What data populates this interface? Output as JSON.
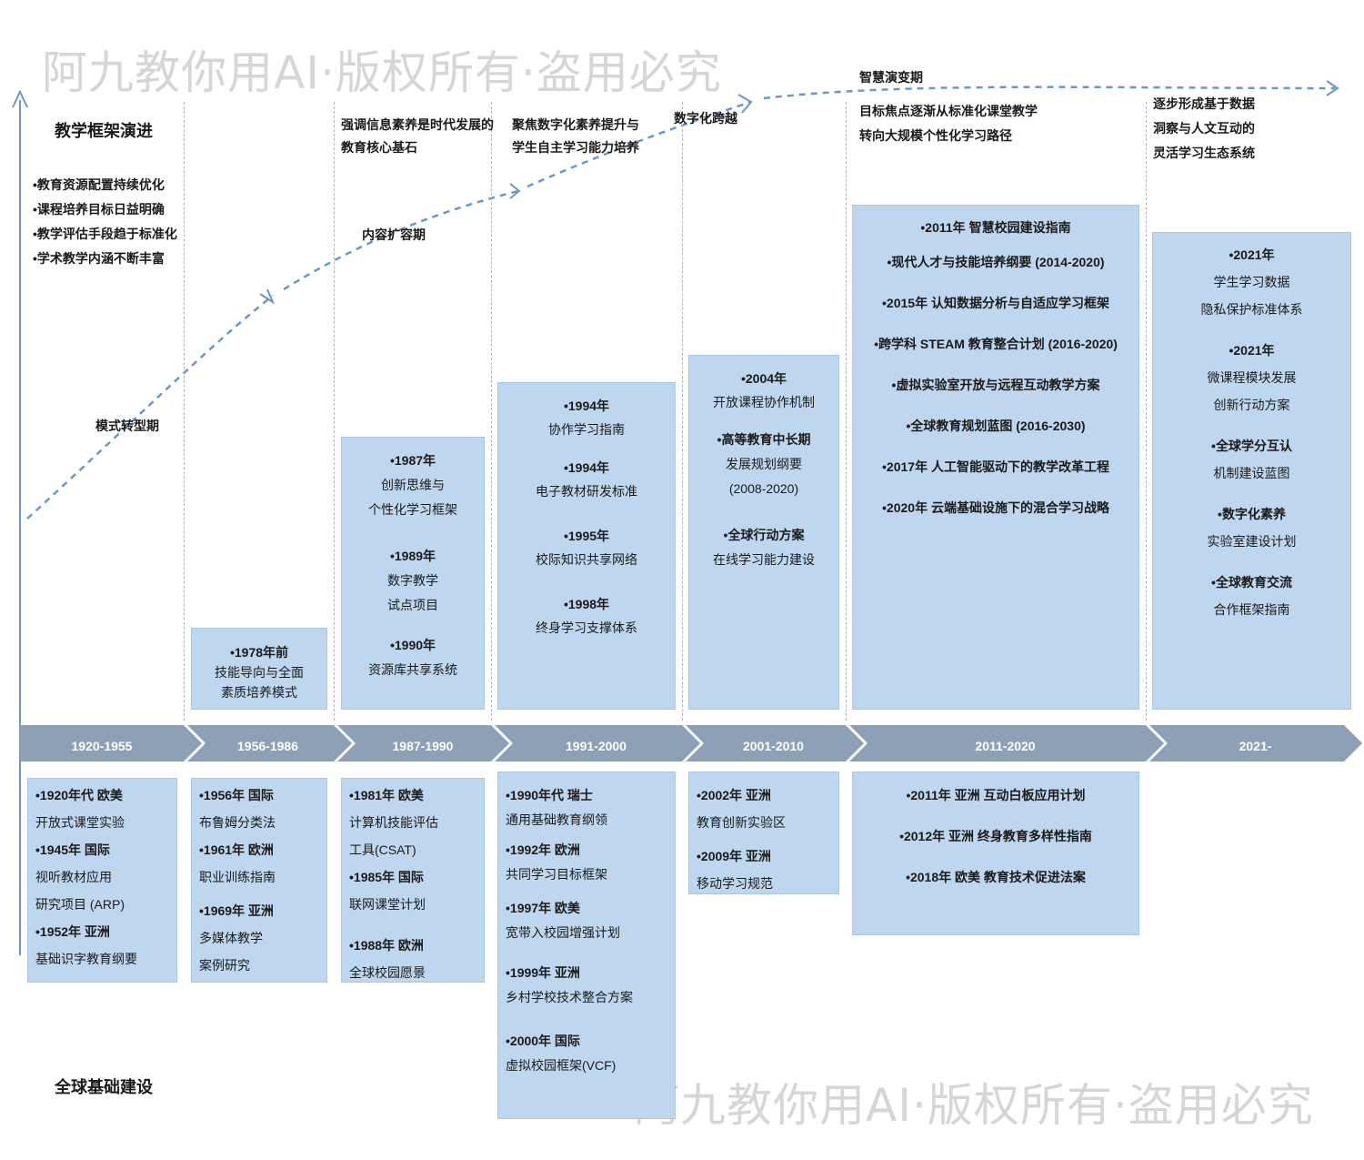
{
  "watermark": "阿九教你用AI·版权所有·盗用必究",
  "titles": {
    "top": "教学框架演进",
    "bottom": "全球基础建设"
  },
  "left_bullets": [
    "•教育资源配置持续优化",
    "•课程培养目标日益明确",
    "•教学评估手段趋于标准化",
    "•学术教学内涵不断丰富"
  ],
  "phases": [
    "模式转型期",
    "内容扩容期",
    "数字化跨越",
    "智慧演变期"
  ],
  "notes": [
    [
      "强调信息素养是时代发展的",
      "教育核心基石"
    ],
    [
      "聚焦数字化素养提升与",
      "学生自主学习能力培养"
    ],
    [
      "目标焦点逐渐从标准化课堂教学",
      "转向大规模个性化学习路径"
    ],
    [
      "逐步形成基于数据",
      "洞察与人文互动的",
      "灵活学习生态系统"
    ]
  ],
  "periods": [
    "1920-1955",
    "1956-1986",
    "1987-1990",
    "1991-2000",
    "2001-2010",
    "2011-2020",
    "2021-"
  ],
  "upper_boxes": [
    [
      "•1978年前",
      "技能导向与全面",
      "素质培养模式"
    ],
    [
      "•1987年",
      "创新思维与",
      "个性化学习框架",
      "•1989年",
      "数字教学",
      "试点项目",
      "•1990年",
      "资源库共享系统"
    ],
    [
      "•1994年",
      "协作学习指南",
      "•1994年",
      "电子教材研发标准",
      "•1995年",
      "校际知识共享网络",
      "•1998年",
      "终身学习支撑体系"
    ],
    [
      "•2004年",
      "开放课程协作机制",
      "•高等教育中长期",
      "发展规划纲要",
      "(2008-2020)",
      "•全球行动方案",
      "在线学习能力建设"
    ],
    [
      "•2011年 智慧校园建设指南",
      "•现代人才与技能培养纲要 (2014-2020)",
      "•2015年 认知数据分析与自适应学习框架",
      "•跨学科 STEAM 教育整合计划 (2016-2020)",
      "•虚拟实验室开放与远程互动教学方案",
      "•全球教育规划蓝图 (2016-2030)",
      "•2017年 人工智能驱动下的教学改革工程",
      "•2020年 云端基础设施下的混合学习战略"
    ],
    [
      "•2021年",
      "学生学习数据",
      "隐私保护标准体系",
      "•2021年",
      "微课程模块发展",
      "创新行动方案",
      "•全球学分互认",
      "机制建设蓝图",
      "•数字化素养",
      "实验室建设计划",
      "•全球教育交流",
      "合作框架指南"
    ]
  ],
  "lower_boxes": [
    [
      "•1920年代 欧美",
      "开放式课堂实验",
      "•1945年 国际",
      "视听教材应用",
      "研究项目 (ARP)",
      "•1952年 亚洲",
      "基础识字教育纲要"
    ],
    [
      "•1956年 国际",
      "布鲁姆分类法",
      "•1961年 欧洲",
      "职业训练指南",
      "•1969年 亚洲",
      "多媒体教学",
      "案例研究"
    ],
    [
      "•1981年 欧美",
      "计算机技能评估",
      "工具(CSAT)",
      "•1985年 国际",
      "联网课堂计划",
      "•1988年 欧洲",
      "全球校园愿景"
    ],
    [
      "•1990年代 瑞士",
      "通用基础教育纲领",
      "•1992年 欧洲",
      "共同学习目标框架",
      "•1997年 欧美",
      "宽带入校园增强计划",
      "•1999年 亚洲",
      "乡村学校技术整合方案",
      "•2000年 国际",
      "虚拟校园框架(VCF)"
    ],
    [
      "•2002年 亚洲",
      "教育创新实验区",
      "•2009年 亚洲",
      "移动学习规范"
    ],
    [
      "•2011年 亚洲 互动白板应用计划",
      "•2012年 亚洲 终身教育多样性指南",
      "•2018年 欧美 教育技术促进法案"
    ]
  ],
  "colors": {
    "box_fill": "#bed7ee",
    "timeline_fill": "#8da0b6",
    "arrow": "#6f96c2",
    "watermark": "#d6d6d6"
  }
}
